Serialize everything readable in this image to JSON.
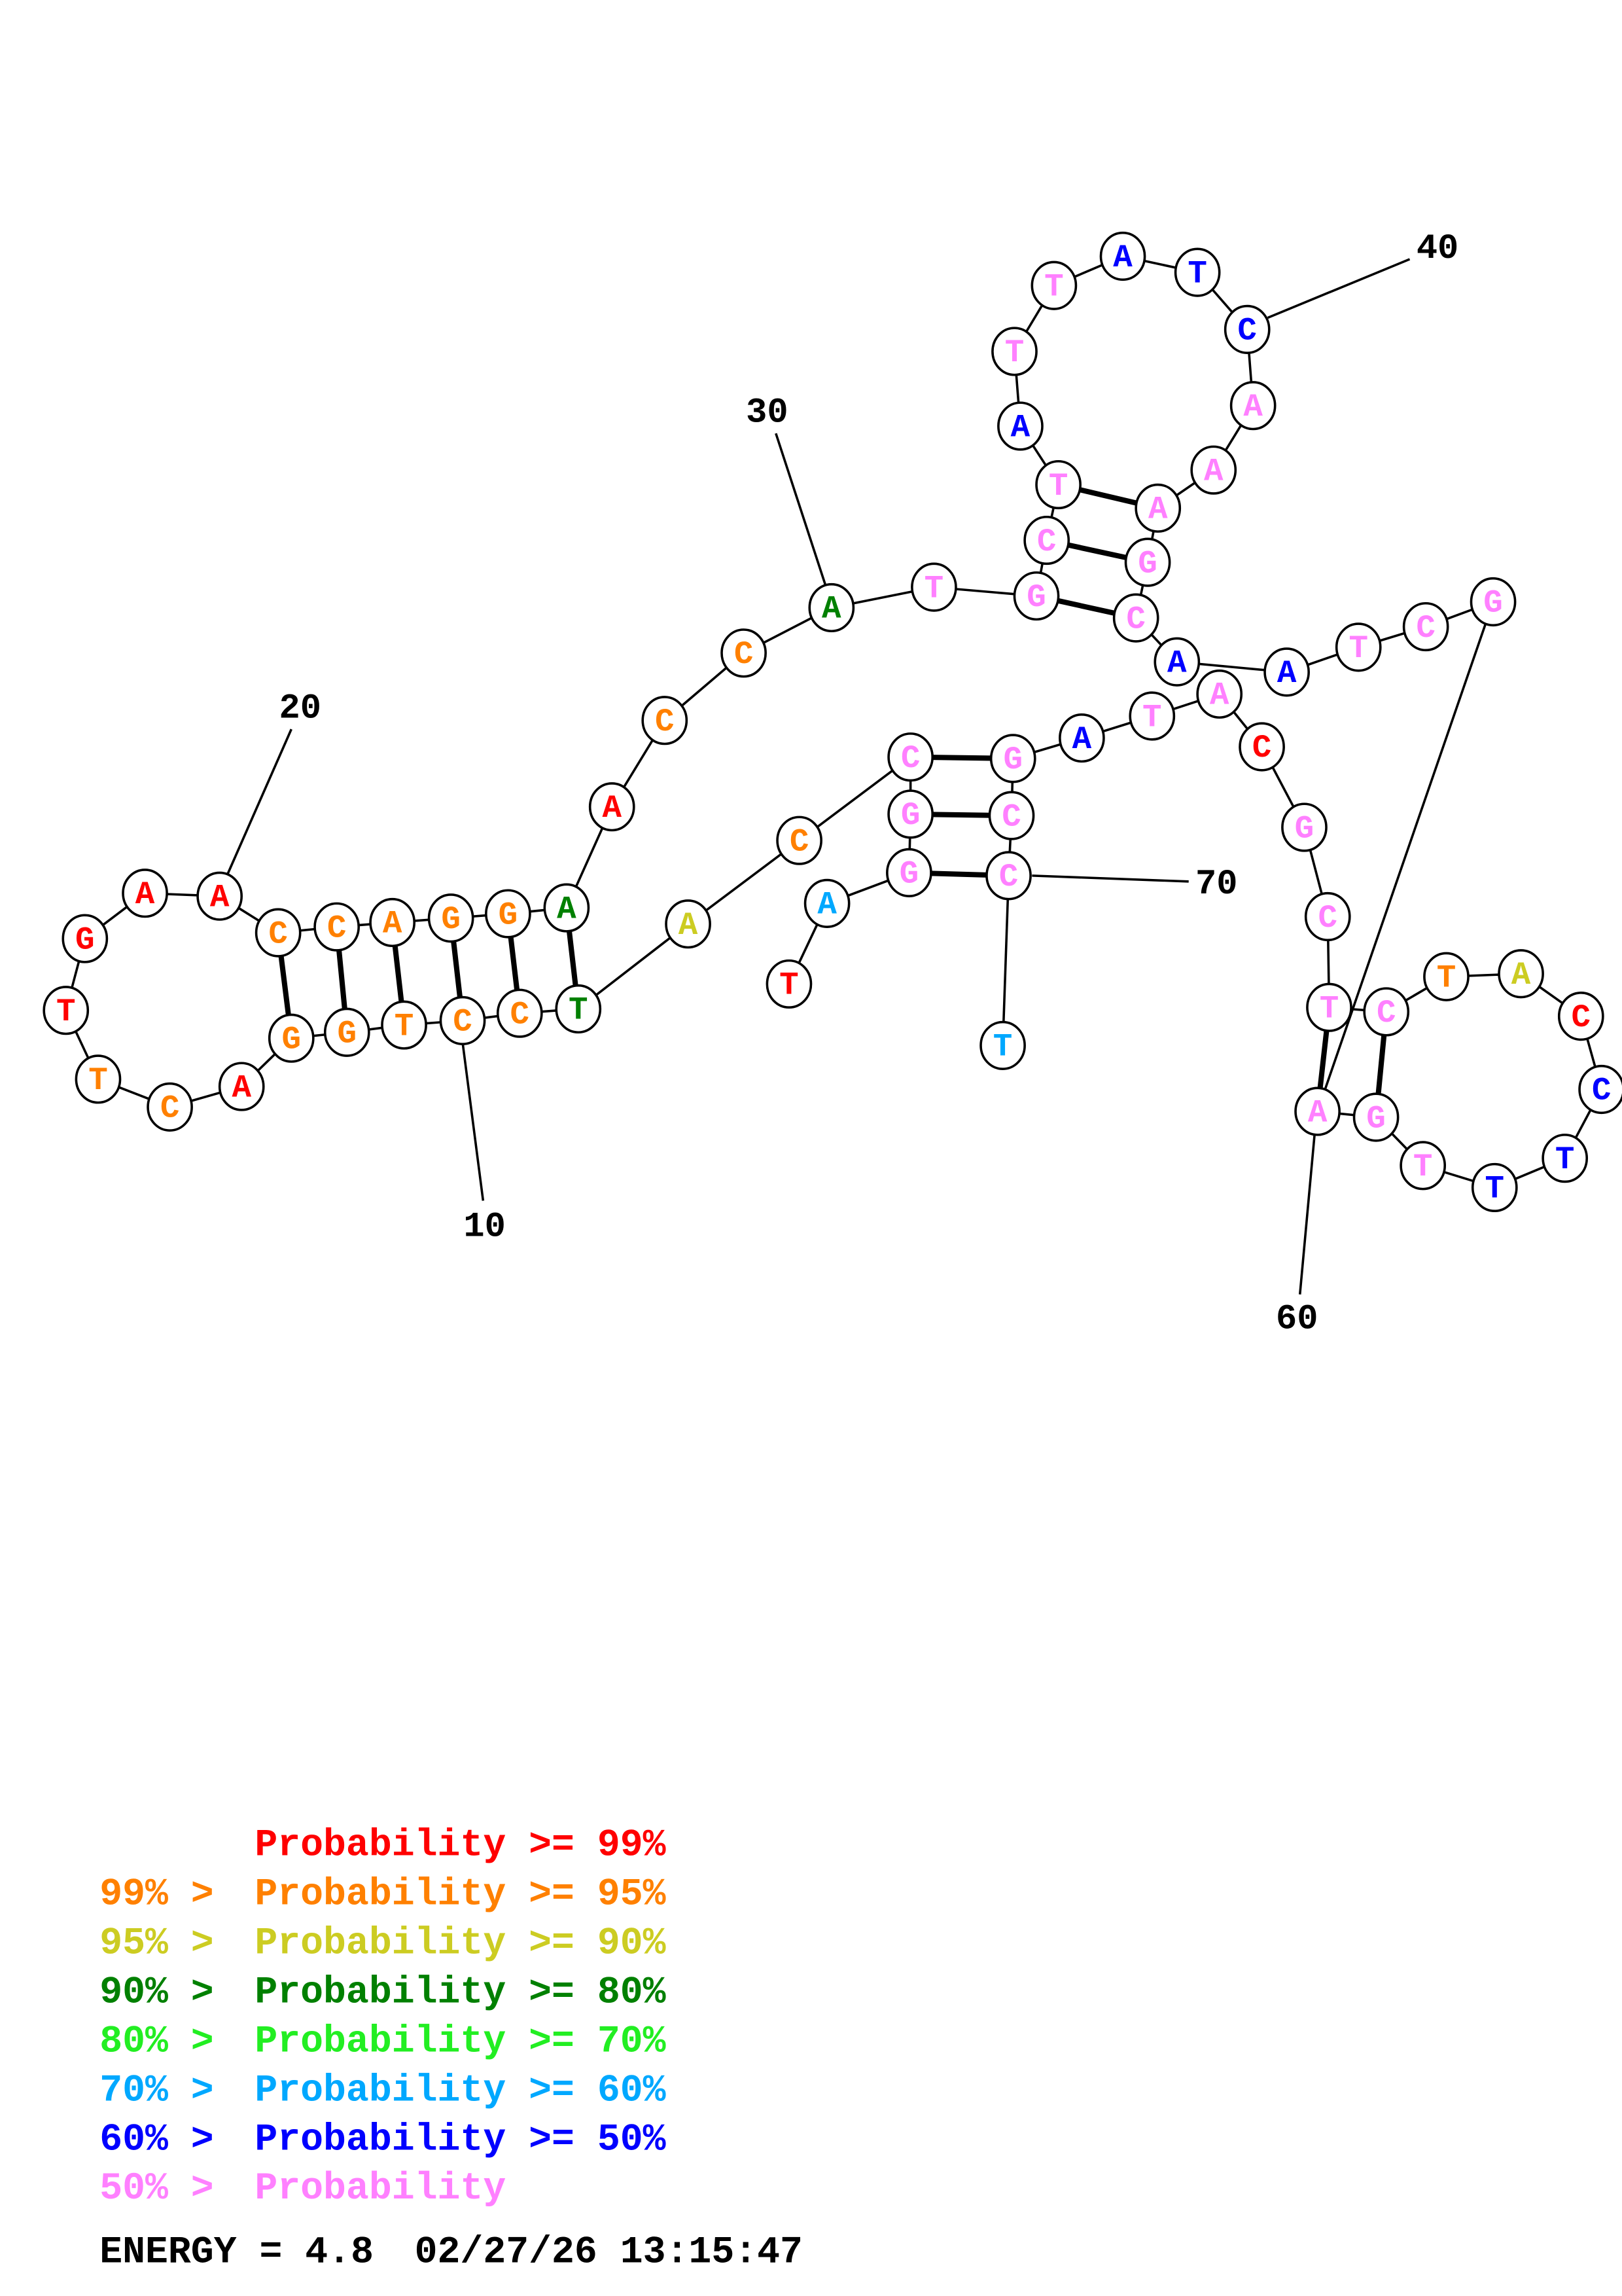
{
  "colors": {
    "p99": "#ff0000",
    "p95": "#ff8000",
    "p90": "#cccc22",
    "p80": "#008000",
    "p70": "#22ee22",
    "p60": "#00a8ff",
    "p50": "#0000ff",
    "plow": "#ff80ff"
  },
  "sequence": [
    {
      "base": "T",
      "prob": "p99"
    },
    {
      "base": "A",
      "prob": "p60"
    },
    {
      "base": "G",
      "prob": "plow"
    },
    {
      "base": "G",
      "prob": "plow"
    },
    {
      "base": "C",
      "prob": "plow"
    },
    {
      "base": "C",
      "prob": "p95"
    },
    {
      "base": "A",
      "prob": "p90"
    },
    {
      "base": "T",
      "prob": "p80"
    },
    {
      "base": "C",
      "prob": "p95"
    },
    {
      "base": "C",
      "prob": "p95"
    },
    {
      "base": "T",
      "prob": "p95"
    },
    {
      "base": "G",
      "prob": "p95"
    },
    {
      "base": "G",
      "prob": "p95"
    },
    {
      "base": "A",
      "prob": "p99"
    },
    {
      "base": "C",
      "prob": "p95"
    },
    {
      "base": "T",
      "prob": "p95"
    },
    {
      "base": "T",
      "prob": "p99"
    },
    {
      "base": "G",
      "prob": "p99"
    },
    {
      "base": "A",
      "prob": "p99"
    },
    {
      "base": "A",
      "prob": "p99"
    },
    {
      "base": "C",
      "prob": "p95"
    },
    {
      "base": "C",
      "prob": "p95"
    },
    {
      "base": "A",
      "prob": "p95"
    },
    {
      "base": "G",
      "prob": "p95"
    },
    {
      "base": "G",
      "prob": "p95"
    },
    {
      "base": "A",
      "prob": "p80"
    },
    {
      "base": "A",
      "prob": "p99"
    },
    {
      "base": "C",
      "prob": "p95"
    },
    {
      "base": "C",
      "prob": "p95"
    },
    {
      "base": "A",
      "prob": "p80"
    },
    {
      "base": "T",
      "prob": "plow"
    },
    {
      "base": "G",
      "prob": "plow"
    },
    {
      "base": "C",
      "prob": "plow"
    },
    {
      "base": "T",
      "prob": "plow"
    },
    {
      "base": "A",
      "prob": "p50"
    },
    {
      "base": "T",
      "prob": "plow"
    },
    {
      "base": "T",
      "prob": "plow"
    },
    {
      "base": "A",
      "prob": "p50"
    },
    {
      "base": "T",
      "prob": "p50"
    },
    {
      "base": "C",
      "prob": "p50"
    },
    {
      "base": "A",
      "prob": "plow"
    },
    {
      "base": "A",
      "prob": "plow"
    },
    {
      "base": "A",
      "prob": "plow"
    },
    {
      "base": "G",
      "prob": "plow"
    },
    {
      "base": "C",
      "prob": "plow"
    },
    {
      "base": "A",
      "prob": "p50"
    },
    {
      "base": "A",
      "prob": "p50"
    },
    {
      "base": "T",
      "prob": "plow"
    },
    {
      "base": "C",
      "prob": "plow"
    },
    {
      "base": "G",
      "prob": "plow"
    },
    {
      "base": "A",
      "prob": "plow"
    },
    {
      "base": "G",
      "prob": "plow"
    },
    {
      "base": "T",
      "prob": "plow"
    },
    {
      "base": "T",
      "prob": "p50"
    },
    {
      "base": "T",
      "prob": "p50"
    },
    {
      "base": "C",
      "prob": "p50"
    },
    {
      "base": "C",
      "prob": "p99"
    },
    {
      "base": "A",
      "prob": "p90"
    },
    {
      "base": "T",
      "prob": "p95"
    },
    {
      "base": "C",
      "prob": "plow"
    },
    {
      "base": "T",
      "prob": "plow"
    },
    {
      "base": "C",
      "prob": "plow"
    },
    {
      "base": "G",
      "prob": "plow"
    },
    {
      "base": "C",
      "prob": "p99"
    },
    {
      "base": "A",
      "prob": "plow"
    },
    {
      "base": "T",
      "prob": "plow"
    },
    {
      "base": "A",
      "prob": "p50"
    },
    {
      "base": "G",
      "prob": "plow"
    },
    {
      "base": "C",
      "prob": "plow"
    },
    {
      "base": "C",
      "prob": "plow"
    },
    {
      "base": "T",
      "prob": "p60"
    }
  ],
  "base_pairs": [
    [
      3,
      70
    ],
    [
      4,
      69
    ],
    [
      5,
      68
    ],
    [
      8,
      26
    ],
    [
      9,
      25
    ],
    [
      10,
      24
    ],
    [
      11,
      23
    ],
    [
      12,
      22
    ],
    [
      13,
      21
    ],
    [
      32,
      45
    ],
    [
      33,
      44
    ],
    [
      34,
      43
    ],
    [
      51,
      61
    ],
    [
      52,
      60
    ]
  ],
  "position_labels": [
    "10",
    "20",
    "30",
    "40",
    "60",
    "70"
  ],
  "legend": [
    {
      "prefix": "",
      "text": "Probability >= 99%",
      "prob": "p99"
    },
    {
      "prefix": "99% > ",
      "text": "Probability >= 95%",
      "prob": "p95"
    },
    {
      "prefix": "95% > ",
      "text": "Probability >= 90%",
      "prob": "p90"
    },
    {
      "prefix": "90% > ",
      "text": "Probability >= 80%",
      "prob": "p80"
    },
    {
      "prefix": "80% > ",
      "text": "Probability >= 70%",
      "prob": "p70"
    },
    {
      "prefix": "70% > ",
      "text": "Probability >= 60%",
      "prob": "p60"
    },
    {
      "prefix": "60% > ",
      "text": "Probability >= 50%",
      "prob": "p50"
    },
    {
      "prefix": "50% > ",
      "text": "Probability",
      "prob": "plow"
    }
  ],
  "footer": {
    "energy": "ENERGY = 4.8",
    "timestamp": "02/27/26 13:15:47"
  }
}
